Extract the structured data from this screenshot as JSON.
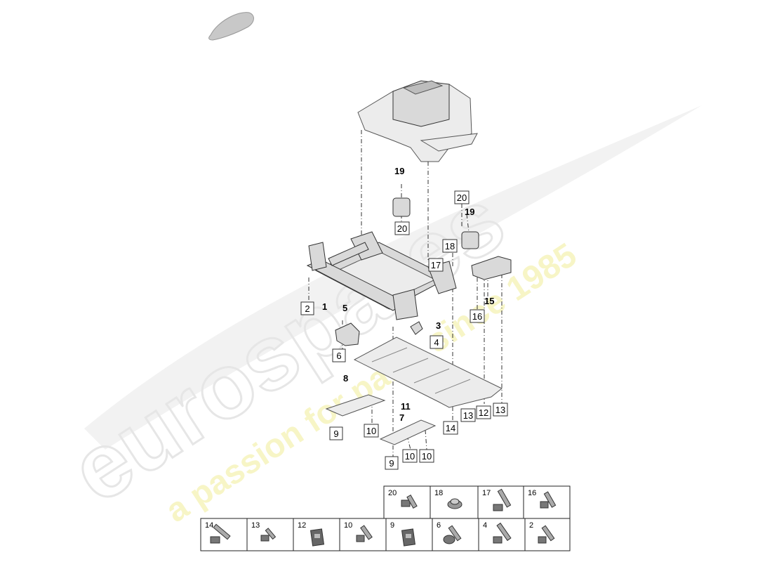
{
  "watermark": {
    "brand": "eurospares",
    "tagline": "a passion for parts since 1985"
  },
  "callouts": {
    "bold": [
      "19",
      "19",
      "1",
      "5",
      "3",
      "15",
      "8",
      "11",
      "7"
    ],
    "boxed": [
      "20",
      "20",
      "18",
      "17",
      "2",
      "16",
      "4",
      "6",
      "9",
      "10",
      "9",
      "10",
      "10",
      "14",
      "13",
      "12",
      "13"
    ]
  },
  "fastener_table": {
    "top_row": [
      "20",
      "18",
      "17",
      "16"
    ],
    "bottom_row": [
      "14",
      "13",
      "12",
      "10",
      "9",
      "6",
      "4",
      "2"
    ]
  }
}
